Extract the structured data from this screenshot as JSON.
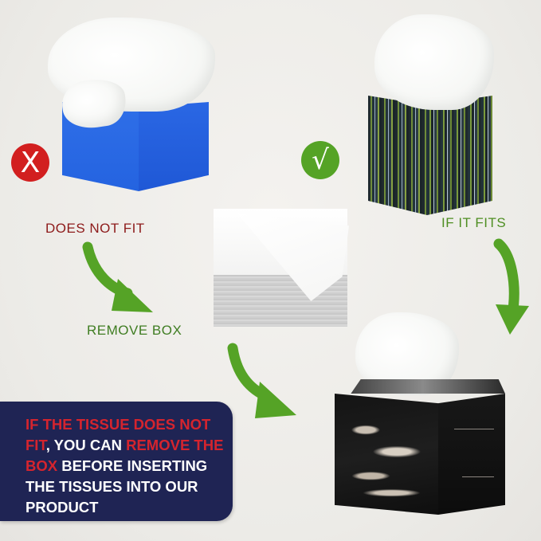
{
  "scene": {
    "background_color": "#efedea",
    "accent_green": "#55a326",
    "accent_red": "#d21f1f"
  },
  "left_example": {
    "icon": "x-mark-icon",
    "icon_glyph": "X",
    "label": "DOES NOT FIT",
    "label_color": "#8d1a1a",
    "box_color": "#2463e0"
  },
  "right_example": {
    "icon": "check-mark-icon",
    "icon_glyph": "√",
    "label": "IF IT FITS",
    "label_color": "#4e8e22"
  },
  "step": {
    "label": "REMOVE BOX",
    "label_color": "#3f7d22"
  },
  "info_panel": {
    "background_color": "#1f2454",
    "segments": [
      {
        "text": "IF THE TISSUE DOES NOT FIT",
        "highlight": true
      },
      {
        "text": ", YOU CAN ",
        "highlight": false
      },
      {
        "text": "REMOVE THE BOX",
        "highlight": true
      },
      {
        "text": " BEFORE INSERTING THE TISSUES INTO OUR PRODUCT",
        "highlight": false
      }
    ]
  }
}
